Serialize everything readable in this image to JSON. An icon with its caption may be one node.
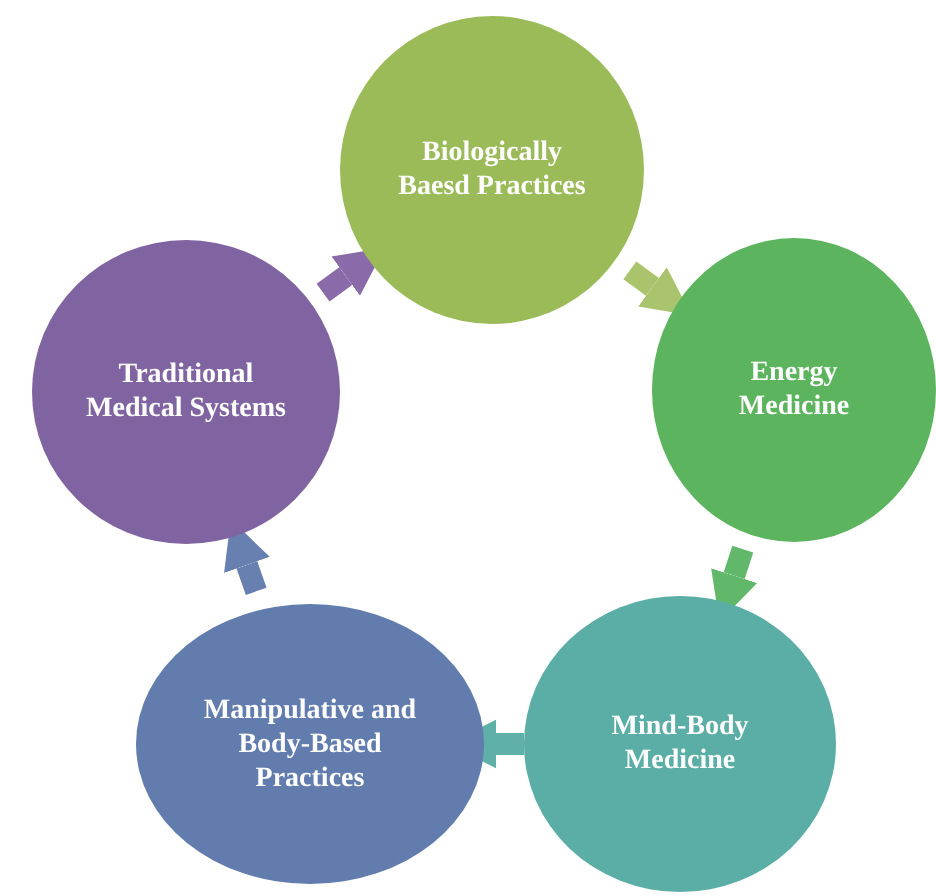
{
  "diagram": {
    "nodes": [
      {
        "text": [
          "Biologically Baesd Practices"
        ]
      },
      {
        "text": [
          "Energy Medicine"
        ]
      },
      {
        "text": [
          "Mind-Body Medicine"
        ]
      },
      {
        "text": [
          "Manipulative and Body-Based Practices"
        ]
      },
      {
        "text": [
          "Traditional Medical Systems"
        ]
      }
    ],
    "edges": [
      {
        "from": 0,
        "to": 1,
        "arrow": "to",
        "color": "#a9c46c"
      },
      {
        "from": 1,
        "to": 2,
        "arrow": "to",
        "color": "#62b86a"
      },
      {
        "from": 2,
        "to": 3,
        "arrow": "to",
        "color": "#5fb0a6"
      },
      {
        "from": 3,
        "to": 4,
        "arrow": "to",
        "color": "#6880b0"
      },
      {
        "from": 4,
        "to": 0,
        "arrow": "to",
        "color": "#8a6aa8"
      }
    ]
  }
}
